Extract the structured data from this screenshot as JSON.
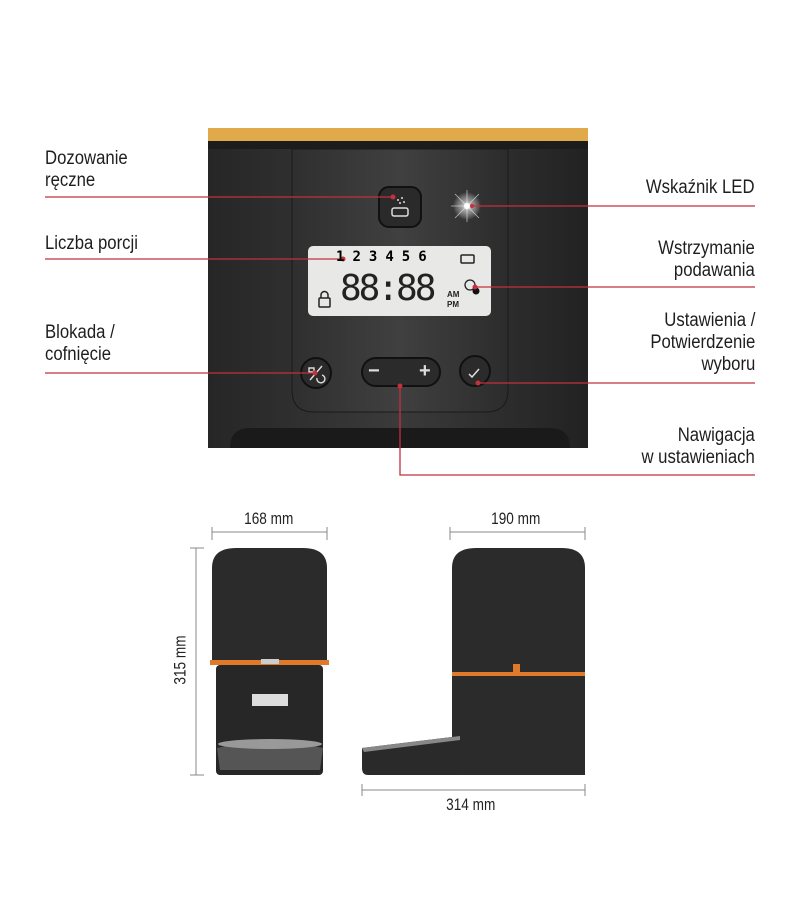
{
  "callouts": {
    "manual_dispense": [
      "Dozowanie",
      "ręczne"
    ],
    "portion_count": "Liczba porcji",
    "lock_undo": [
      "Blokada /",
      "cofnięcie"
    ],
    "led_indicator": "Wskaźnik LED",
    "pause_feeding": [
      "Wstrzymanie",
      "podawania"
    ],
    "settings_confirm": [
      "Ustawienia /",
      "Potwierdzenie",
      "wyboru"
    ],
    "navigation": [
      "Nawigacja",
      "w ustawieniach"
    ]
  },
  "lcd": {
    "portions": [
      "1",
      "2",
      "3",
      "4",
      "5",
      "6"
    ],
    "time": "88:88",
    "am": "AM",
    "pm": "PM"
  },
  "buttons": {
    "minus": "−",
    "plus": "+"
  },
  "dimensions": {
    "front_width": "168 mm",
    "height": "315 mm",
    "side_depth": "190 mm",
    "total_depth": "314 mm"
  },
  "colors": {
    "callout_line": "#c4303c",
    "accent_band": "#e07a2a",
    "body": "#2a2a2a"
  }
}
